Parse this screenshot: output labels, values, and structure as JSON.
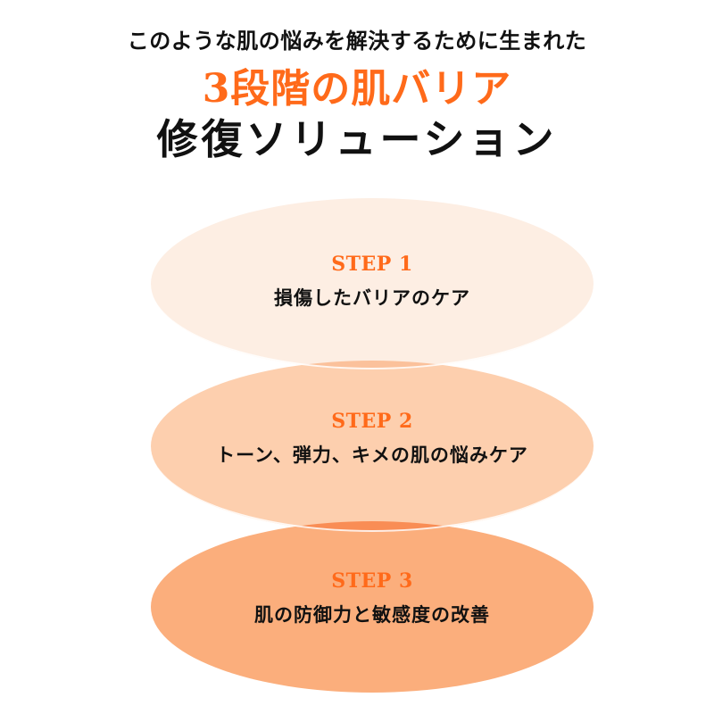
{
  "header": {
    "subtitle": "このような肌の悩みを解決するために生まれた",
    "title_highlight": "3段階の肌バリア",
    "title_main": "修復ソリューション"
  },
  "steps": [
    {
      "label": "STEP 1",
      "description": "損傷したバリアのケア",
      "color": "#FDEEE3"
    },
    {
      "label": "STEP 2",
      "description": "トーン、弾力、キメの肌の悩みケア",
      "color": "#FDCFAE"
    },
    {
      "label": "STEP 3",
      "description": "肌の防御力と敏感度の改善",
      "color": "#FBAE7C"
    }
  ],
  "colors": {
    "accent": "#FF6A1A",
    "text": "#111111",
    "background": "#FFFFFF"
  }
}
